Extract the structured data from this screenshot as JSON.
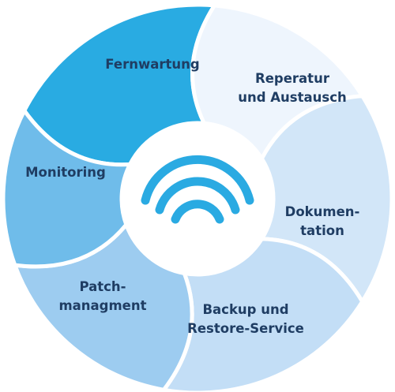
{
  "segments": [
    {
      "id": "fernwartung",
      "lines": [
        "Fernwartung"
      ],
      "color": "#29abe2"
    },
    {
      "id": "reperatur",
      "lines": [
        "Reperatur",
        "und Austausch"
      ],
      "color": "#eef5fd"
    },
    {
      "id": "dokumentation",
      "lines": [
        "Dokumen-",
        "tation"
      ],
      "color": "#d2e6f8"
    },
    {
      "id": "backup",
      "lines": [
        "Backup und",
        "Restore-Service"
      ],
      "color": "#c3def6"
    },
    {
      "id": "patchmanagment",
      "lines": [
        "Patch-",
        "managment"
      ],
      "color": "#9dccf0"
    },
    {
      "id": "monitoring",
      "lines": [
        "Monitoring"
      ],
      "color": "#6fbcea"
    }
  ],
  "center": {
    "icon": "wifi-signal-icon",
    "icon_color": "#2aaae2"
  }
}
